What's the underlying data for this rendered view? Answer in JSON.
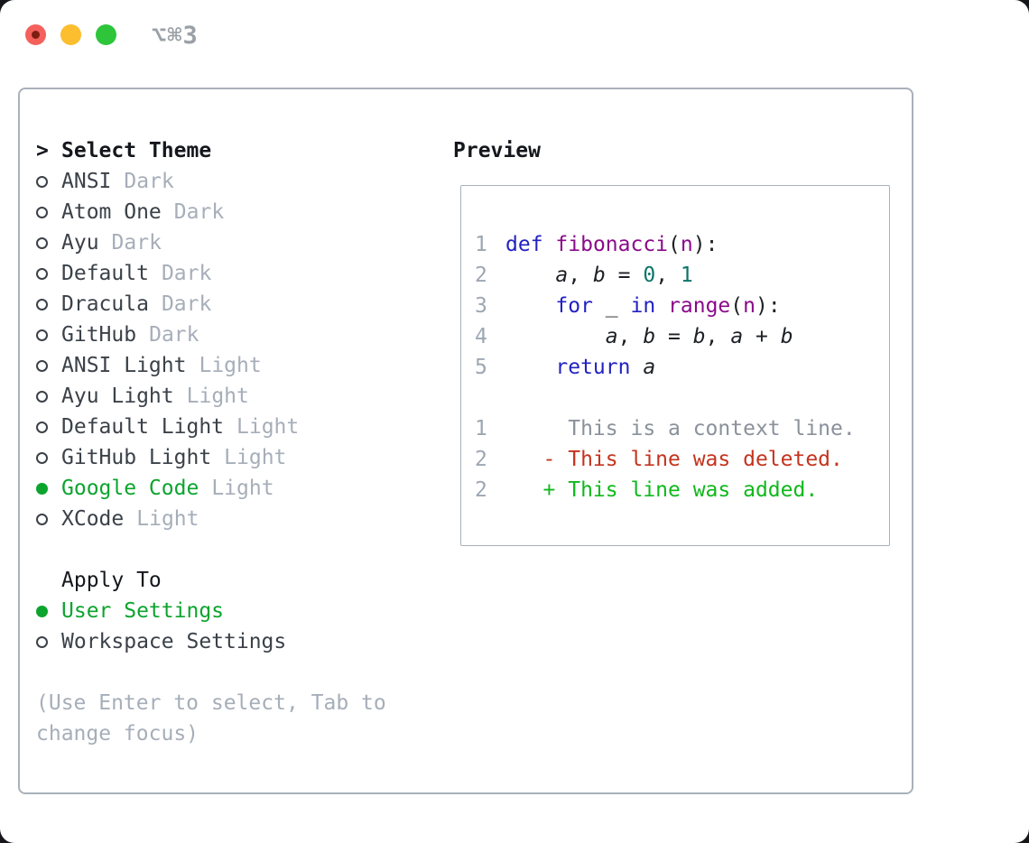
{
  "titlebar": {
    "title": "⌥⌘3",
    "traffic_lights": [
      "close",
      "minimize",
      "zoom"
    ]
  },
  "theme_panel": {
    "header": {
      "pointer": ">",
      "label": "Select Theme"
    },
    "themes": [
      {
        "name": "ANSI",
        "variant": "Dark",
        "selected": false
      },
      {
        "name": "Atom One",
        "variant": "Dark",
        "selected": false
      },
      {
        "name": "Ayu",
        "variant": "Dark",
        "selected": false
      },
      {
        "name": "Default",
        "variant": "Dark",
        "selected": false
      },
      {
        "name": "Dracula",
        "variant": "Dark",
        "selected": false
      },
      {
        "name": "GitHub",
        "variant": "Dark",
        "selected": false
      },
      {
        "name": "ANSI Light",
        "variant": "Light",
        "selected": false
      },
      {
        "name": "Ayu Light",
        "variant": "Light",
        "selected": false
      },
      {
        "name": "Default Light",
        "variant": "Light",
        "selected": false
      },
      {
        "name": "GitHub Light",
        "variant": "Light",
        "selected": false
      },
      {
        "name": "Google Code",
        "variant": "Light",
        "selected": true
      },
      {
        "name": "XCode",
        "variant": "Light",
        "selected": false
      }
    ],
    "apply_to": {
      "label": "Apply To",
      "options": [
        {
          "name": "User Settings",
          "selected": true
        },
        {
          "name": "Workspace Settings",
          "selected": false
        }
      ]
    },
    "hint_lines": [
      "(Use Enter to select, Tab to",
      "change focus)"
    ]
  },
  "preview": {
    "label": "Preview",
    "code_lines": [
      {
        "num": "1",
        "tokens": [
          [
            "kw",
            "def"
          ],
          [
            "pl",
            " "
          ],
          [
            "fn",
            "fibonacci"
          ],
          [
            "pl",
            "("
          ],
          [
            "fn",
            "n"
          ],
          [
            "pl",
            "):"
          ]
        ]
      },
      {
        "num": "2",
        "tokens": [
          [
            "pl",
            "    "
          ],
          [
            "var",
            "a"
          ],
          [
            "pl",
            ", "
          ],
          [
            "var",
            "b"
          ],
          [
            "pl",
            " = "
          ],
          [
            "num",
            "0"
          ],
          [
            "pl",
            ", "
          ],
          [
            "num",
            "1"
          ]
        ]
      },
      {
        "num": "3",
        "tokens": [
          [
            "pl",
            "    "
          ],
          [
            "kw",
            "for"
          ],
          [
            "pl",
            " _ "
          ],
          [
            "kw",
            "in"
          ],
          [
            "pl",
            " "
          ],
          [
            "fn",
            "range"
          ],
          [
            "pl",
            "("
          ],
          [
            "fn",
            "n"
          ],
          [
            "pl",
            "):"
          ]
        ]
      },
      {
        "num": "4",
        "tokens": [
          [
            "pl",
            "        "
          ],
          [
            "var",
            "a"
          ],
          [
            "pl",
            ", "
          ],
          [
            "var",
            "b"
          ],
          [
            "pl",
            " = "
          ],
          [
            "var",
            "b"
          ],
          [
            "pl",
            ", "
          ],
          [
            "var",
            "a"
          ],
          [
            "pl",
            " + "
          ],
          [
            "var",
            "b"
          ]
        ]
      },
      {
        "num": "5",
        "tokens": [
          [
            "pl",
            "    "
          ],
          [
            "kw",
            "return"
          ],
          [
            "pl",
            " "
          ],
          [
            "var",
            "a"
          ]
        ]
      }
    ],
    "diff_lines": [
      {
        "num": "1",
        "kind": "context",
        "text": "     This is a context line."
      },
      {
        "num": "2",
        "kind": "deleted",
        "text": "   - This line was deleted."
      },
      {
        "num": "2",
        "kind": "added",
        "text": "   + This line was added."
      }
    ]
  },
  "colors": {
    "accent-green": "#0ca42e",
    "diff-red": "#c4331d",
    "diff-green": "#10b81c",
    "keyword-blue": "#2222c2",
    "function-purple": "#8a0a8a",
    "number-teal": "#0b7568",
    "code-plain": "#1d2025",
    "muted-gray": "#a6aeb9",
    "context-gray": "#8a919b",
    "line-number-gray": "#9da7b3",
    "text-dark": "#3b4149",
    "heading-black": "#14171c",
    "border-gray": "#a9b1ba",
    "traffic-red": "#f4615c",
    "traffic-red-dot": "#7e1d12",
    "traffic-yellow": "#fcbd2f",
    "traffic-green": "#2ec53a",
    "title-gray": "#9aa0a6"
  }
}
